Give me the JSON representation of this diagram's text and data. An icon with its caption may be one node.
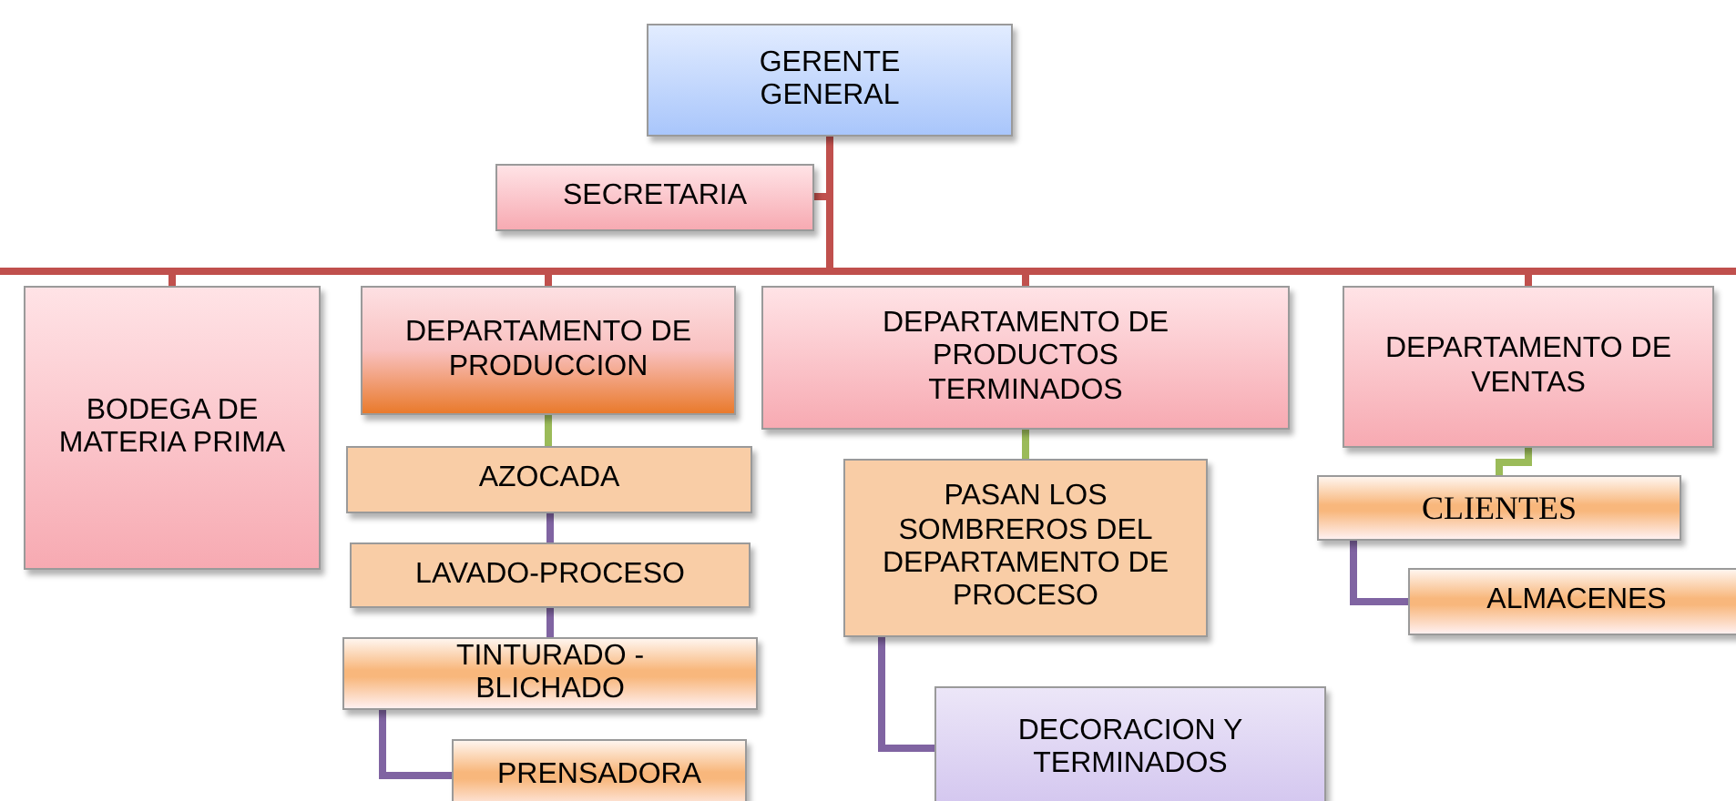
{
  "diagram": {
    "nodes": [
      {
        "text": [
          "GERENTE GENERAL"
        ]
      },
      {
        "text": [
          "SECRETARIA"
        ]
      },
      {
        "text": [
          "BODEGA DE MATERIA PRIMA"
        ]
      },
      {
        "text": [
          "DEPARTAMENTO DE PRODUCCION"
        ]
      },
      {
        "text": [
          "DEPARTAMENTO DE PRODUCTOS TERMINADOS"
        ]
      },
      {
        "text": [
          "DEPARTAMENTO DE VENTAS"
        ]
      },
      {
        "text": [
          "AZOCADA"
        ]
      },
      {
        "text": [
          "LAVADO-PROCESO"
        ]
      },
      {
        "text": [
          "TINTURADO - BLICHADO"
        ]
      },
      {
        "text": [
          "PRENSADORA"
        ]
      },
      {
        "text": [
          "PASAN LOS SOMBREROS DEL DEPARTAMENTO DE PROCESO"
        ]
      },
      {
        "text": [
          "DECORACION Y TERMINADOS"
        ]
      },
      {
        "text": [
          "CLIENTES"
        ]
      },
      {
        "text": [
          "ALMACENES"
        ]
      }
    ],
    "edges": [
      {
        "from": 0,
        "to": 1,
        "arrow": "none"
      },
      {
        "from": 0,
        "to": 2,
        "arrow": "none"
      },
      {
        "from": 0,
        "to": 3,
        "arrow": "none"
      },
      {
        "from": 0,
        "to": 4,
        "arrow": "none"
      },
      {
        "from": 0,
        "to": 5,
        "arrow": "none"
      },
      {
        "from": 3,
        "to": 6,
        "arrow": "none",
        "color": "#9bbb59"
      },
      {
        "from": 6,
        "to": 7,
        "arrow": "none",
        "color": "#8064a2"
      },
      {
        "from": 7,
        "to": 8,
        "arrow": "none",
        "color": "#8064a2"
      },
      {
        "from": 8,
        "to": 9,
        "arrow": "none",
        "color": "#8064a2"
      },
      {
        "from": 4,
        "to": 10,
        "arrow": "none",
        "color": "#9bbb59"
      },
      {
        "from": 10,
        "to": 11,
        "arrow": "none",
        "color": "#8064a2"
      },
      {
        "from": 5,
        "to": 12,
        "arrow": "none",
        "color": "#9bbb59"
      },
      {
        "from": 12,
        "to": 13,
        "arrow": "none",
        "color": "#8064a2"
      }
    ]
  }
}
